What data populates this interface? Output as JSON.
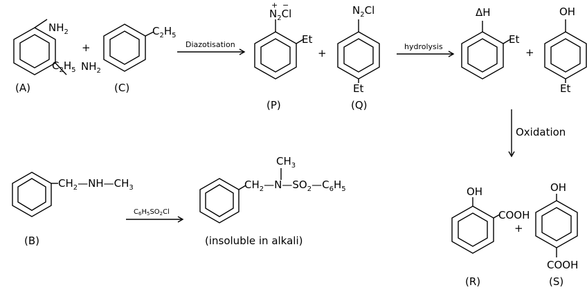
{
  "plus_sign": "+",
  "minus_sign": "−",
  "reaction1": {
    "A": {
      "label": "(A)",
      "nh2": "NH",
      "nh2_sub": "2",
      "ethyl": "C",
      "ethyl_sub1": "2",
      "ethyl_h": "H",
      "ethyl_sub2": "5"
    },
    "C": {
      "label": "(C)",
      "nh2": "NH",
      "nh2_sub": "2",
      "ethyl": "C",
      "ethyl_sub1": "2",
      "ethyl_h": "H",
      "ethyl_sub2": "5"
    },
    "arrow_label": "Diazotisation",
    "P": {
      "label": "(P)",
      "group_n": "N",
      "group_sub": "2",
      "group_cl": "Cl",
      "ethyl": "Et"
    },
    "Q": {
      "label": "(Q)",
      "group_n": "N",
      "group_sub": "2",
      "group_cl": "Cl",
      "ethyl": "Et"
    }
  },
  "reaction2": {
    "arrow_label": "hydrolysis",
    "product1": {
      "group": "ΔH",
      "ethyl": "Et"
    },
    "product2": {
      "group": "OH",
      "ethyl": "Et"
    }
  },
  "reaction3": {
    "arrow_label": "Oxidation",
    "R": {
      "label": "(R)",
      "oh": "OH",
      "cooh": "COOH"
    },
    "S": {
      "label": "(S)",
      "oh": "OH",
      "cooh": "COOH"
    }
  },
  "reaction4": {
    "B": {
      "label": "(B)",
      "ch2": "CH",
      "ch2_sub": "2",
      "nh": "—NH—CH",
      "ch3_sub": "3"
    },
    "arrow_label": {
      "c": "C",
      "s1": "6",
      "h": "H",
      "s2": "5",
      "so": "SO",
      "s3": "2",
      "cl": "Cl"
    },
    "product": {
      "ch3": "CH",
      "ch3_sub": "3",
      "ch2": "CH",
      "ch2_sub": "2",
      "n": "—N—SO",
      "so2_sub": "2",
      "c6": "—C",
      "c6_sub1": "6",
      "h5": "H",
      "c6_sub2": "5",
      "note": "(insoluble in alkali)"
    }
  }
}
